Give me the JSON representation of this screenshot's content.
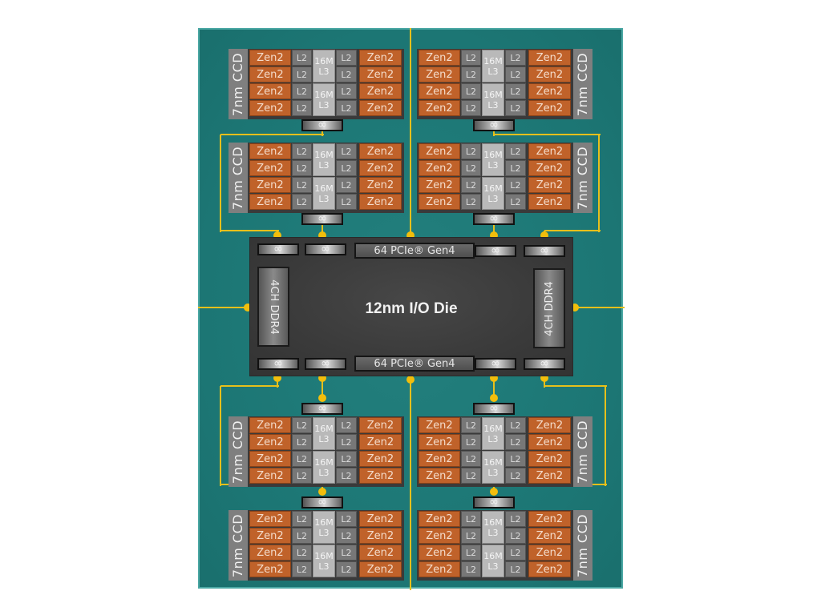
{
  "diagram": {
    "io_die": {
      "title": "12nm I/O Die",
      "pcie_top": "64 PCIe® Gen4",
      "pcie_bottom": "64 PCIe® Gen4",
      "ddr_left": "4CH DDR4",
      "ddr_right": "4CH DDR4",
      "infinity_symbol": "∞"
    },
    "ccd": {
      "label": "7nm CCD",
      "core_label": "Zen2",
      "l2_label": "L2",
      "l3_size": "16M",
      "l3_label": "L3",
      "infinity_symbol": "∞",
      "count": 8,
      "cores_per_ccd": 8
    },
    "colors": {
      "background": "#1f7a78",
      "core": "#c0622a",
      "l2": "#777777",
      "l3": "#b9b9b9",
      "io_die": "#3b3b3b",
      "interconnect": "#f2be0c"
    }
  }
}
